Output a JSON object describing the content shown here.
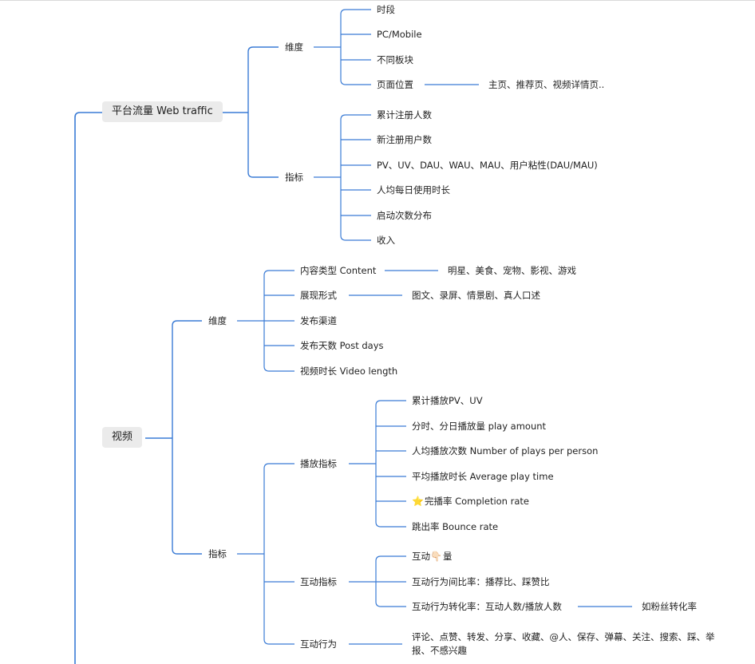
{
  "colors": {
    "edge": "#3a7bd5",
    "pill_bg": "#ebebeb",
    "text": "#222222"
  },
  "icons": {
    "star": "star-icon",
    "hand": "pointing-hand-icon"
  },
  "web": {
    "title": "平台流量 Web traffic",
    "dim": {
      "label": "维度",
      "items": [
        "时段",
        "PC/Mobile",
        "不同板块",
        "页面位置"
      ],
      "page_pos_children": "主页、推荐页、视频详情页.."
    },
    "metric": {
      "label": "指标",
      "items": [
        "累计注册人数",
        "新注册用户数",
        "PV、UV、DAU、WAU、MAU、用户粘性(DAU/MAU)",
        "人均每日使用时长",
        "启动次数分布",
        "收入"
      ]
    }
  },
  "video": {
    "title": "视频",
    "dim": {
      "label": "维度",
      "items": [
        "内容类型 Content",
        "展现形式",
        "发布渠道",
        "发布天数 Post days",
        "视频时长 Video length"
      ],
      "content_children": "明星、美食、宠物、影视、游戏",
      "format_children": "图文、录屏、情景剧、真人口述"
    },
    "metric": {
      "label": "指标",
      "play": {
        "label": "播放指标",
        "items": [
          "累计播放PV、UV",
          "分时、分日播放量 play amount",
          "人均播放次数 Number of plays per person",
          "平均播放时长 Average play time",
          "完播率 Completion rate",
          "跳出率 Bounce rate"
        ]
      },
      "interact": {
        "label": "互动指标",
        "item0_pre": "互动",
        "item0_post": "量",
        "items": [
          "互动行为间比率：播荐比、踩赞比",
          "互动行为转化率：互动人数/播放人数"
        ],
        "conv_children": "如粉丝转化率"
      },
      "behavior": {
        "label": "互动行为",
        "children": "评论、点赞、转发、分享、收藏、@人、保存、弹幕、关注、搜索、踩、举报、不感兴趣"
      }
    }
  }
}
